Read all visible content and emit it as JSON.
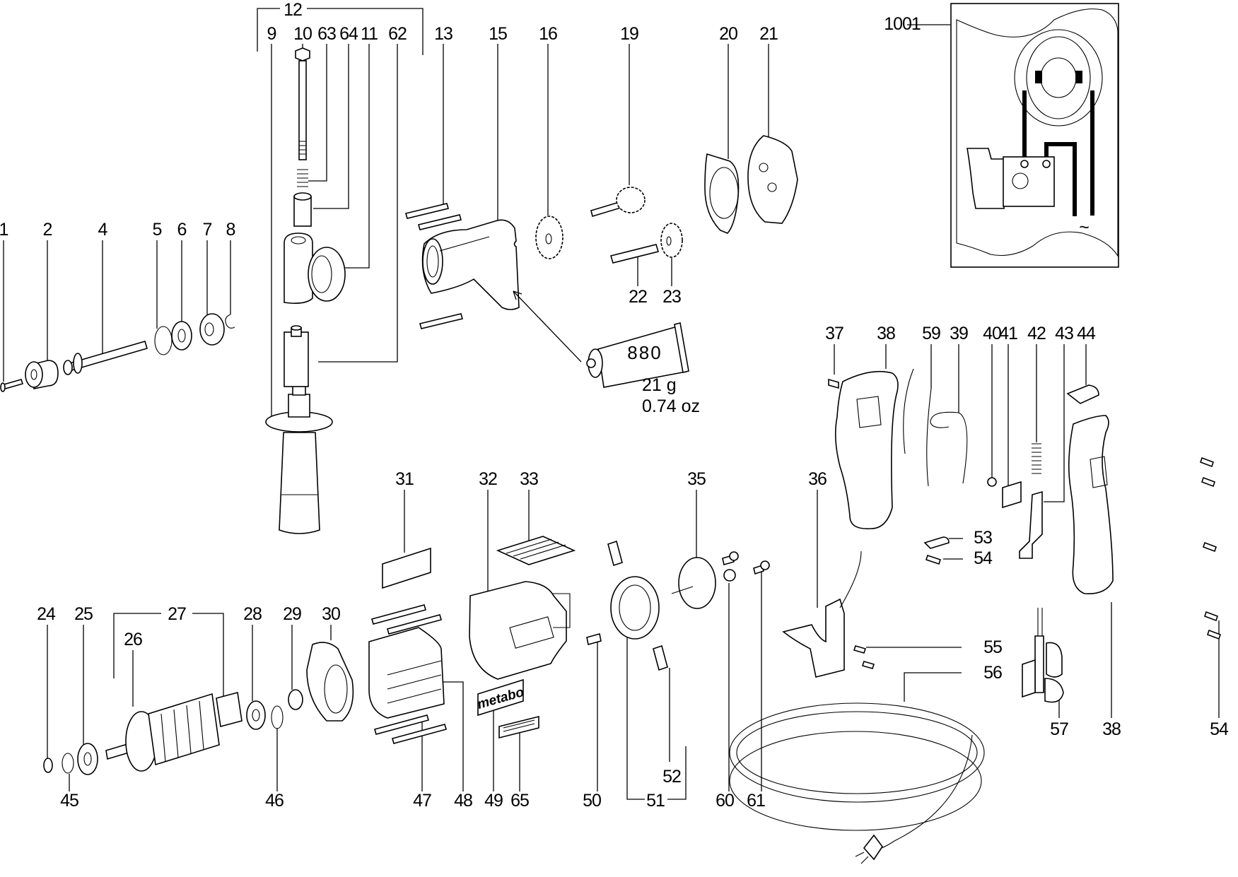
{
  "diagram": {
    "type": "exploded parts diagram",
    "subject": "hammer drill",
    "brand_label": "metabo",
    "lubricant": {
      "tube_label": "880",
      "weight_metric": "21 g",
      "weight_imperial": "0.74 oz"
    },
    "wiring_diagram": {
      "part_number": "1001",
      "ac_symbol": "~"
    },
    "groups": [
      {
        "label": "12",
        "members": [
          "9",
          "10",
          "63",
          "64",
          "11",
          "62"
        ]
      },
      {
        "label": "27",
        "members": [
          "26"
        ]
      },
      {
        "label": "51",
        "members": [
          "52"
        ]
      }
    ],
    "part_labels": {
      "p1": "1",
      "p2": "2",
      "p4": "4",
      "p5": "5",
      "p6": "6",
      "p7": "7",
      "p8": "8",
      "p9": "9",
      "p10": "10",
      "p11": "11",
      "p12": "12",
      "p13": "13",
      "p15": "15",
      "p16": "16",
      "p19": "19",
      "p20": "20",
      "p21": "21",
      "p22": "22",
      "p23": "23",
      "p24": "24",
      "p25": "25",
      "p26": "26",
      "p27": "27",
      "p28": "28",
      "p29": "29",
      "p30": "30",
      "p31": "31",
      "p32": "32",
      "p33": "33",
      "p35": "35",
      "p36": "36",
      "p37": "37",
      "p38a": "38",
      "p38b": "38",
      "p39": "39",
      "p40": "40",
      "p41": "41",
      "p42": "42",
      "p43": "43",
      "p44": "44",
      "p45": "45",
      "p46": "46",
      "p47": "47",
      "p48": "48",
      "p49": "49",
      "p50": "50",
      "p51": "51",
      "p52": "52",
      "p53": "53",
      "p54a": "54",
      "p54b": "54",
      "p55": "55",
      "p56": "56",
      "p57": "57",
      "p59": "59",
      "p60": "60",
      "p61": "61",
      "p62": "62",
      "p63": "63",
      "p64": "64",
      "p65": "65",
      "p1001": "1001"
    }
  }
}
